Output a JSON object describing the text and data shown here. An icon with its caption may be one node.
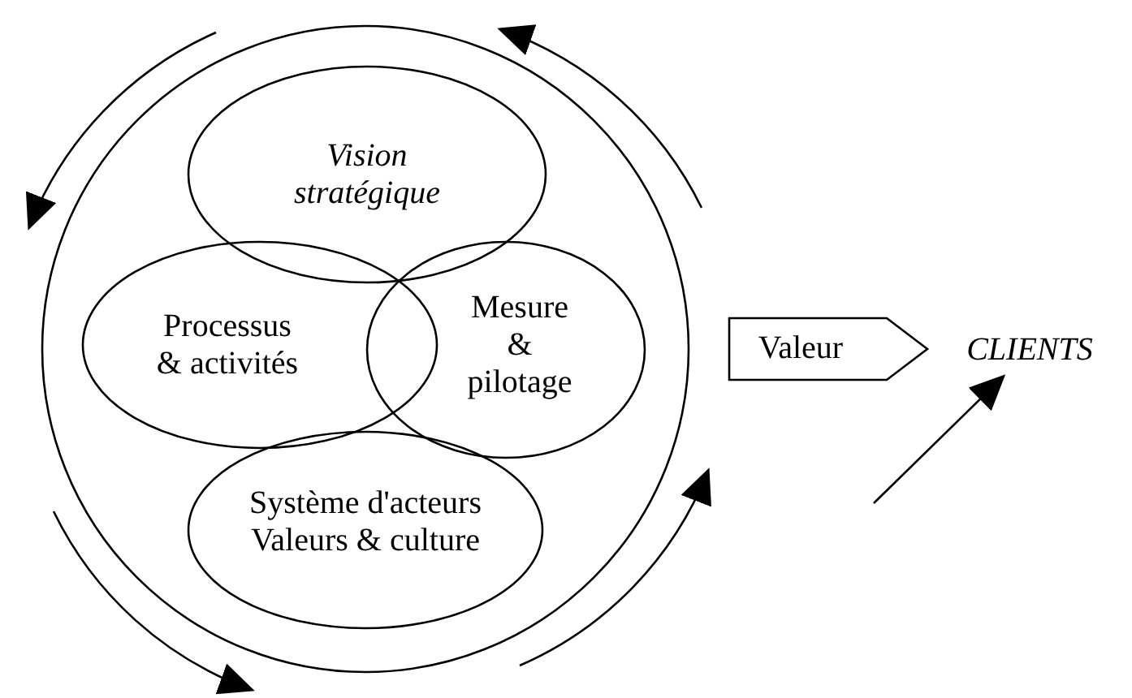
{
  "diagram": {
    "nodes": [
      {
        "text": [],
        "shape": "circle"
      },
      {
        "text": [
          "Vision stratégique"
        ],
        "in": 0
      },
      {
        "text": [
          "Processus & activités"
        ],
        "in": 0
      },
      {
        "text": [
          "Mesure & pilotage"
        ],
        "in": 0
      },
      {
        "text": [
          "Système d'acteurs Valeurs & culture"
        ],
        "in": 0
      },
      {
        "text": [
          "Valeur"
        ]
      },
      {
        "text": [
          "CLIENTS"
        ]
      }
    ],
    "edges": [
      {
        "from": null,
        "to": 6,
        "arrow": "to"
      }
    ]
  }
}
